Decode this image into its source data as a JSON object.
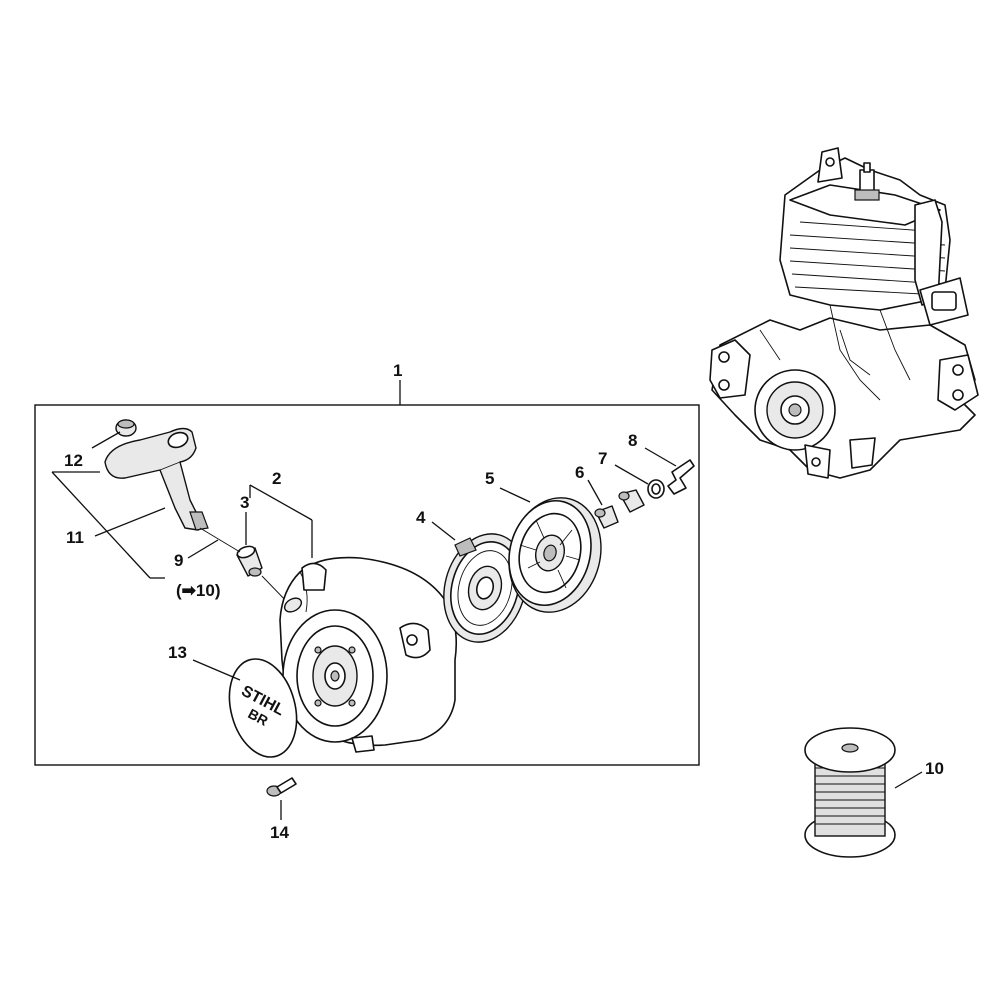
{
  "callouts": {
    "c1": "1",
    "c2": "2",
    "c3": "3",
    "c4": "4",
    "c5": "5",
    "c6": "6",
    "c7": "7",
    "c8": "8",
    "c9": "9",
    "c9_ref": "(➡10)",
    "c10": "10",
    "c11": "11",
    "c12": "12",
    "c13": "13",
    "c14": "14"
  },
  "cover_logo": {
    "brand": "STIHL",
    "model": "BR"
  },
  "icons": {
    "reference_arrow": "arrow-right-icon"
  }
}
